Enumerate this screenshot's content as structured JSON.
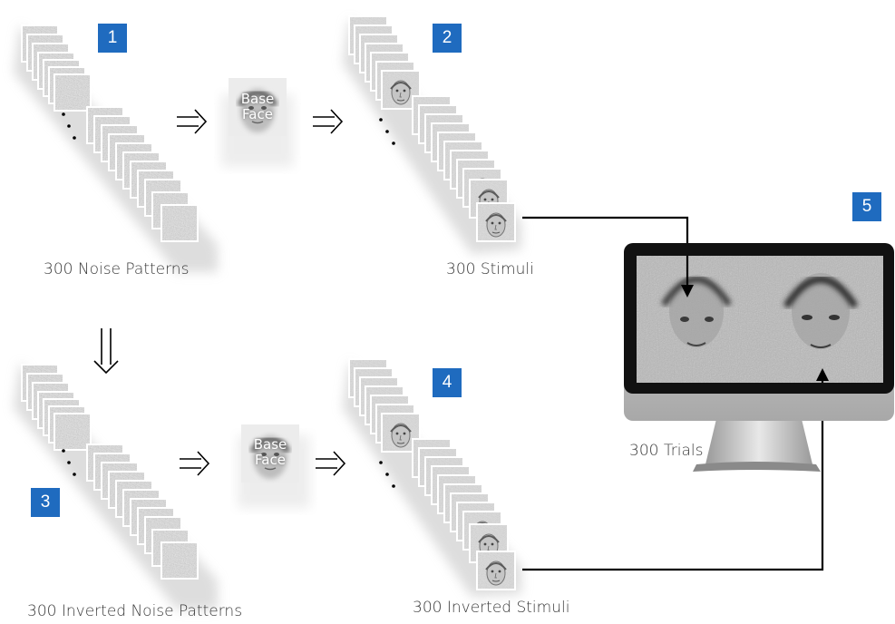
{
  "steps": {
    "step1": {
      "badge": "1",
      "caption": "300 Noise Patterns"
    },
    "step2": {
      "badge": "2",
      "caption": "300 Stimuli"
    },
    "step3": {
      "badge": "3",
      "caption": "300 Inverted Noise Patterns"
    },
    "step4": {
      "badge": "4",
      "caption": "300 Inverted Stimuli"
    },
    "step5": {
      "badge": "5",
      "caption": "300 Trials"
    }
  },
  "base_face": {
    "line1": "Base",
    "line2": "Face"
  },
  "colors": {
    "badge": "#1f6bbf",
    "arrow": "#000000",
    "monitor": "#111111"
  }
}
